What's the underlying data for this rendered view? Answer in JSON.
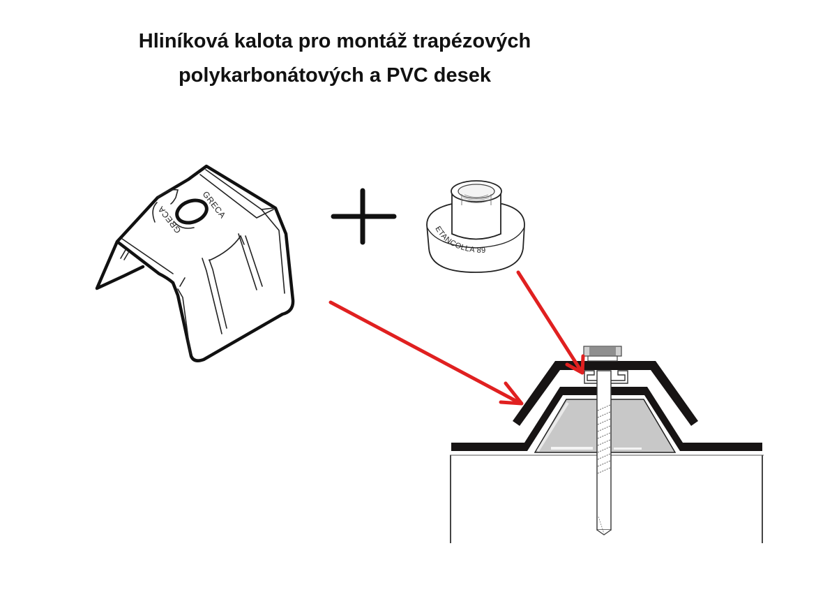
{
  "title": {
    "line1": "Hliníková kalota pro montáž trapézových",
    "line2": "polykarbonátových a PVC desek"
  },
  "parts": {
    "clip": {
      "name": "aluminium-cap",
      "embossed_text_1": "GRECA",
      "embossed_text_2": "GRECA"
    },
    "plus_symbol": "+",
    "washer": {
      "name": "sealing-washer",
      "embossed_text": "ETANCOLLA 89"
    }
  },
  "colors": {
    "arrow": "#e02020",
    "ink": "#111111",
    "filler": "#c8c8c8",
    "bolt_head": "#9a9a9a",
    "bolt_head_light": "#cfcfcf",
    "background": "#ffffff"
  },
  "cross_section": {
    "elements": [
      "bolt-head",
      "washer",
      "cap-profile",
      "trapezoid-sheet",
      "filler-block",
      "screw",
      "support-beam"
    ]
  }
}
